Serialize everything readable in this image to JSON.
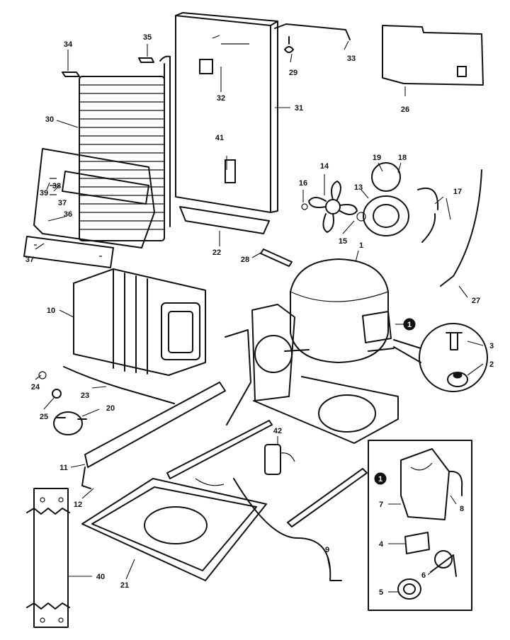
{
  "labels": {
    "p1": "1",
    "p2": "2",
    "p3": "3",
    "p4": "4",
    "p5": "5",
    "p6": "6",
    "p7": "7",
    "p8": "8",
    "p9": "9",
    "p10": "10",
    "p11": "11",
    "p12": "12",
    "p13": "13",
    "p14": "14",
    "p15": "15",
    "p16": "16",
    "p17": "17",
    "p18": "18",
    "p19": "19",
    "p20": "20",
    "p21": "21",
    "p22": "22",
    "p23": "23",
    "p24": "24",
    "p25": "25",
    "p26": "26",
    "p27": "27",
    "p28": "28",
    "p29": "29",
    "p30": "30",
    "p31": "31",
    "p32": "32",
    "p33": "33",
    "p34": "34",
    "p35": "35",
    "p36": "36",
    "p37a": "37",
    "p37b": "37",
    "p38": "38",
    "p39": "39",
    "p40": "40",
    "p41": "41",
    "p42": "42"
  },
  "markers": {
    "callout_main": "1",
    "callout_inset": "1"
  }
}
